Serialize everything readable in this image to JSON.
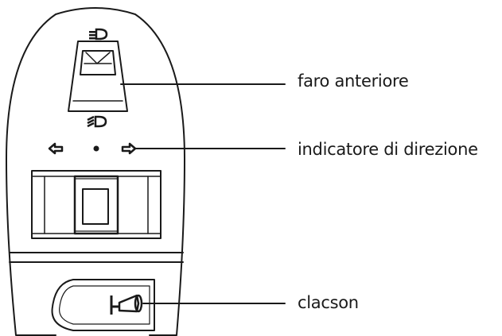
{
  "labels": {
    "headlight": "faro anteriore",
    "turn_indicator": "indicatore di direzione",
    "horn": "clacson"
  },
  "colors": {
    "stroke": "#1a1a1a",
    "background": "#ffffff"
  },
  "icons": {
    "high_beam": "high-beam-icon",
    "low_beam": "low-beam-icon",
    "left_arrow": "left-arrow-icon",
    "right_arrow": "right-arrow-icon",
    "horn": "horn-icon"
  }
}
